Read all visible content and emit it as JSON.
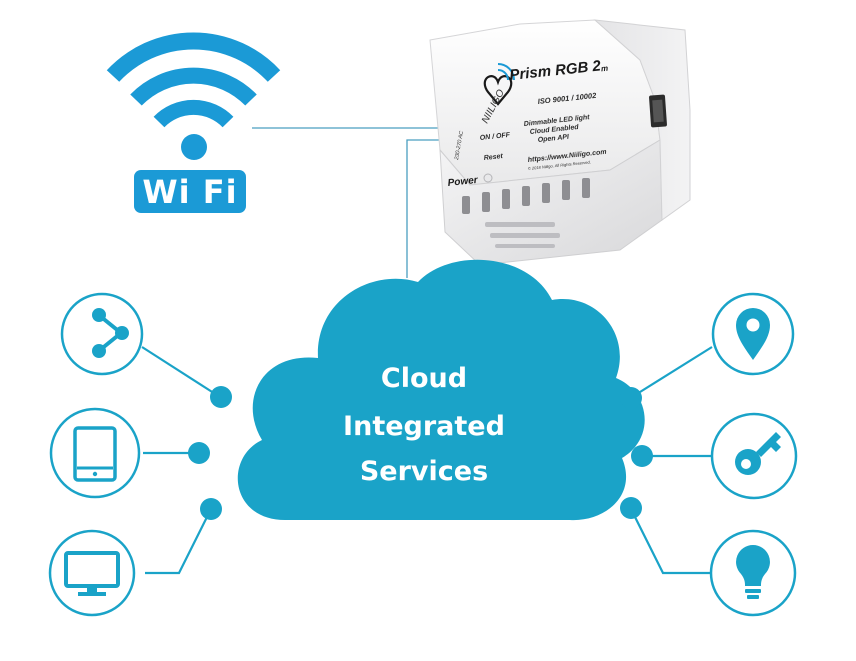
{
  "wifi": {
    "label": "Wi Fi",
    "icon": "wifi-icon"
  },
  "device": {
    "product_name": "Prism RGB 2",
    "product_suffix": "m",
    "brand": "NIILIGO",
    "certification": "ISO 9001 / 10002",
    "features": [
      "Dimmable LED light",
      "Cloud Enabled",
      "Open API"
    ],
    "website": "https://www.Niiligo.com",
    "copyright": "© 2018 Niiligo. All Rights Reserved.",
    "switch_label": "ON / OFF",
    "reset_label": "Reset",
    "power_label": "Power",
    "voltage_label": "230-270 AC"
  },
  "cloud": {
    "lines": [
      "Cloud",
      "Integrated",
      "Services"
    ]
  },
  "colors": {
    "primary": "#1aa3c8",
    "wifi_blue": "#1b9ad6",
    "line": "#1aa3c8",
    "connector_line": "#4a9fc0",
    "icon_ring": "#1aa3c8",
    "white": "#ffffff"
  },
  "left_nodes": [
    {
      "name": "share",
      "icon": "share-icon"
    },
    {
      "name": "tablet",
      "icon": "tablet-icon"
    },
    {
      "name": "monitor",
      "icon": "monitor-icon"
    }
  ],
  "right_nodes": [
    {
      "name": "location",
      "icon": "location-pin-icon"
    },
    {
      "name": "key",
      "icon": "key-icon"
    },
    {
      "name": "lightbulb",
      "icon": "lightbulb-icon"
    }
  ]
}
